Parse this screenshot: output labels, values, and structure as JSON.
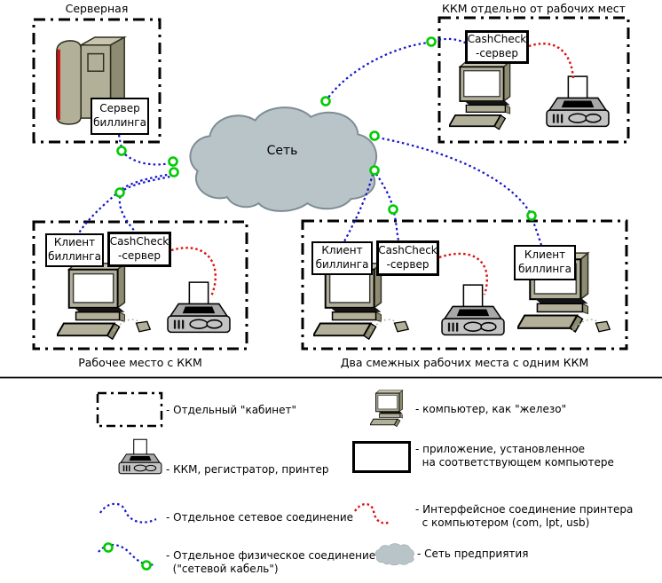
{
  "diagram": {
    "regions": {
      "server_room": "Серверная",
      "kkm_separate": "ККМ отдельно от рабочих мест",
      "workstation_with_kkm": "Рабочее место с ККМ",
      "two_workstations": "Два смежных рабочих места с одним ККМ"
    },
    "cloud_label": "Сеть",
    "labels": {
      "billing_server": "Сервер\nбиллинга",
      "billing_client": "Клиент\nбиллинга",
      "cashcheck_server": "CashCheck\n-сервер"
    }
  },
  "legend": {
    "items": [
      {
        "symbol": "cabinet-box",
        "label": "- Отдельный \"кабинет\""
      },
      {
        "symbol": "kkm-printer",
        "label": "- ККМ, регистратор, принтер"
      },
      {
        "symbol": "network-connection-line",
        "label": "- Отдельное сетевое соединение"
      },
      {
        "symbol": "physical-connection-line",
        "label": "- Отдельное физическое соединение\n  (\"сетевой кабель\")"
      },
      {
        "symbol": "computer",
        "label": "- компьютер, как \"железо\""
      },
      {
        "symbol": "application-box",
        "label": "- приложение, установленное\n  на соответствующем компьютере"
      },
      {
        "symbol": "printer-interface-line",
        "label": "- Интерфейсное соединение принтера\n  с компьютером (com, lpt, usb)"
      },
      {
        "symbol": "enterprise-network-cloud",
        "label": "- Сеть предприятия"
      }
    ]
  },
  "colors": {
    "network_line": "#1414cc",
    "interface_line": "#dd1111",
    "connector_ring": "#00cc00",
    "cloud_fill": "#b9c4c9",
    "mouse_cable": "#b3b09e"
  }
}
